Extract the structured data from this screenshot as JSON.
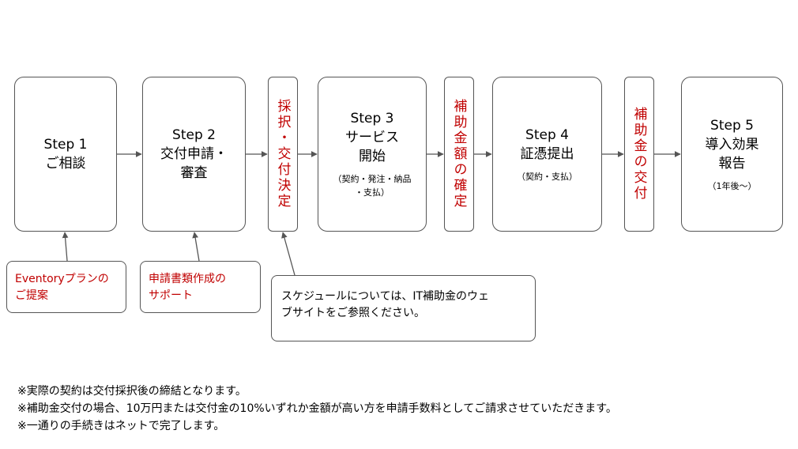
{
  "steps": [
    {
      "title": "Step 1\nご相談",
      "note": ""
    },
    {
      "title": "Step 2\n交付申請・\n審査",
      "note": ""
    },
    {
      "title": "Step 3\nサービス\n開始",
      "note": "（契約・発注・納品\n・支払）"
    },
    {
      "title": "Step 4\n証憑提出",
      "note": "（契約・支払）"
    },
    {
      "title": "Step 5\n導入効果\n報告",
      "note": "（1年後〜）"
    }
  ],
  "milestones": [
    {
      "label": "採択・交付決定"
    },
    {
      "label": "補助金額の確定"
    },
    {
      "label": "補助金の交付"
    }
  ],
  "notes": [
    {
      "text": "Eventoryプランの\nご提案"
    },
    {
      "text": "申請書類作成の\nサポート"
    },
    {
      "text": "スケジュールについては、IT補助金のウェ\nブサイトをご参照ください。"
    }
  ],
  "footer": [
    "※実際の契約は交付採択後の締結となります。",
    "※補助金交付の場合、10万円または交付金の10%いずれか金額が高い方を申請手数料としてご請求させていただきます。",
    "※一通りの手続きはネットで完了します。"
  ],
  "colors": {
    "accent": "#c00000",
    "border": "#555555"
  }
}
